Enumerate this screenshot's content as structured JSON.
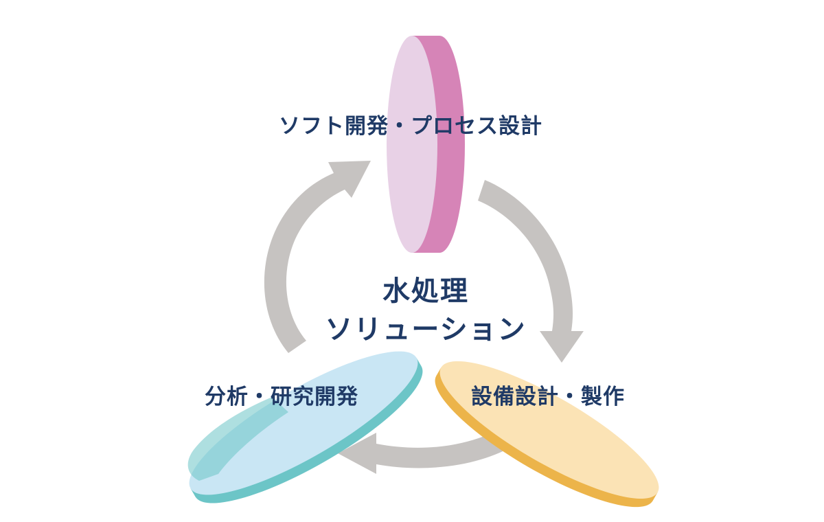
{
  "diagram": {
    "center_line1": "水処理",
    "center_line2": "ソリューション",
    "nodes": {
      "top": "ソフト開発・プロセス設計",
      "right": "設備設計・製作",
      "left": "分析・研究開発"
    },
    "colors": {
      "arrow": "#c6c3c1",
      "top_face": "#e8d1e6",
      "top_edge": "#d684b7",
      "right_face": "#fbe3b5",
      "right_edge": "#ecb44a",
      "left_face": "#c9e6f4",
      "left_edge": "#6cc5c7",
      "text": "#1f3a66"
    }
  }
}
